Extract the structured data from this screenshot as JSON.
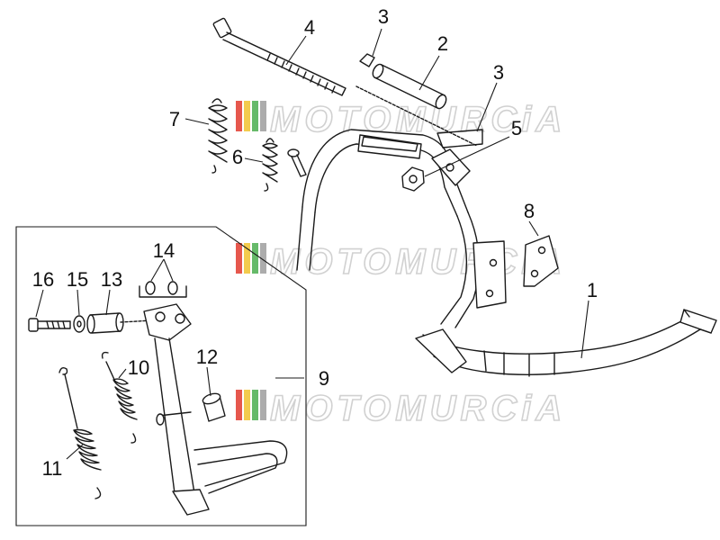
{
  "watermark": {
    "text": "MOTOMURCiA",
    "stripe_colors": [
      "#e23a2e",
      "#f2c230",
      "#4caf50",
      "#9e9e9e"
    ]
  },
  "callouts": {
    "c1": "1",
    "c2": "2",
    "c3a": "3",
    "c3b": "3",
    "c4": "4",
    "c5": "5",
    "c6": "6",
    "c7": "7",
    "c8": "8",
    "c9": "9",
    "c10": "10",
    "c11": "11",
    "c12": "12",
    "c13": "13",
    "c14": "14",
    "c15": "15",
    "c16": "16"
  }
}
